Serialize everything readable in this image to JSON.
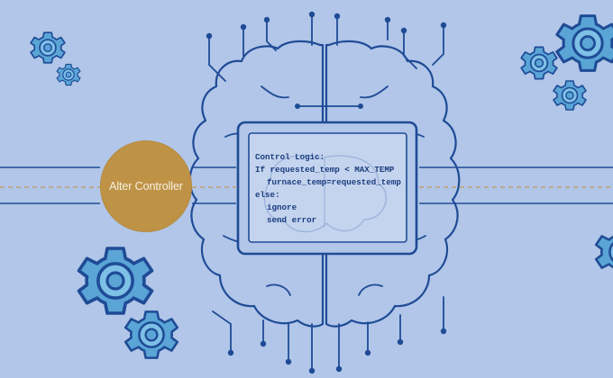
{
  "controller": {
    "label": "Alter Controller",
    "color": "#bf9346"
  },
  "screen": {
    "lines": [
      "Control Logic:",
      "If requested_temp < MAX_TEMP",
      "furnace_temp=requested_temp",
      "else:",
      "ignore",
      "send error"
    ]
  },
  "colors": {
    "background": "#b1c6e8",
    "line": "#1f4b96",
    "gear": "#5aa5d6",
    "gear_outline": "#1f4b96",
    "dashed_line": "#c49a50"
  },
  "icons": [
    "brain-icon",
    "gear-icon",
    "circuit-trace"
  ]
}
